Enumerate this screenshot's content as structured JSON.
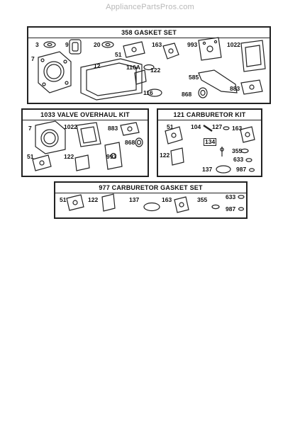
{
  "watermark": "AppliancePartsPros.com",
  "panels": {
    "gasket_set": {
      "title": "358 GASKET SET",
      "labels": [
        "3",
        "9",
        "20",
        "51",
        "163",
        "993",
        "1022",
        "7",
        "12",
        "116A",
        "122",
        "585",
        "883",
        "116",
        "868"
      ]
    },
    "valve_kit": {
      "title": "1033 VALVE OVERHAUL KIT",
      "labels": [
        "7",
        "1022",
        "883",
        "868",
        "51",
        "122",
        "993"
      ]
    },
    "carb_kit": {
      "title": "121 CARBURETOR KIT",
      "labels": [
        "51",
        "104",
        "127",
        "163",
        "134",
        "122",
        "355",
        "633",
        "137",
        "987"
      ]
    },
    "carb_gasket": {
      "title": "977 CARBURETOR  GASKET SET",
      "labels": [
        "51",
        "122",
        "137",
        "163",
        "355",
        "633",
        "987"
      ]
    }
  }
}
